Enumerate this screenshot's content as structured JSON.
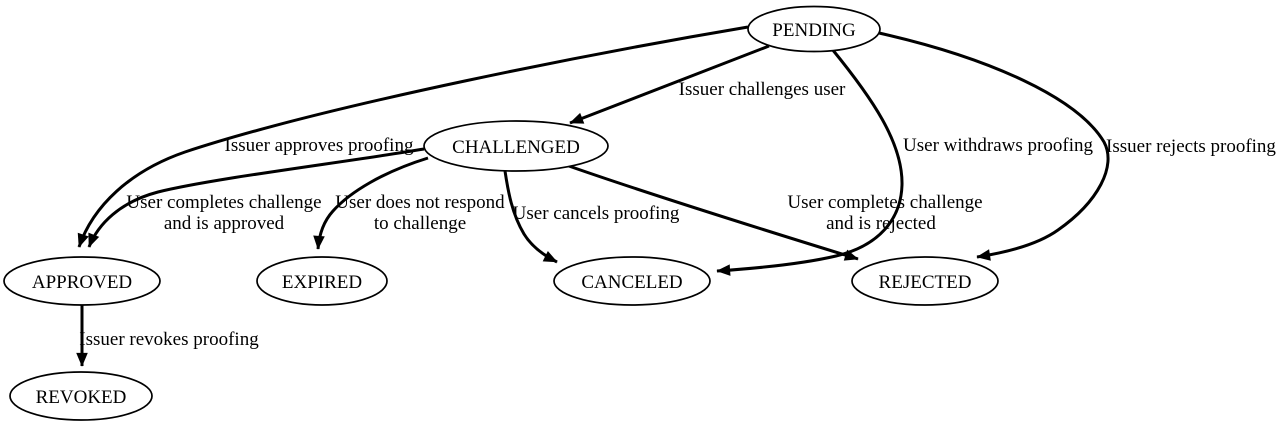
{
  "diagram": {
    "type": "state-diagram",
    "colors": {
      "background": "#ffffff",
      "stroke": "#000000",
      "text": "#000000"
    },
    "nodes": {
      "pending": {
        "label": "PENDING"
      },
      "challenged": {
        "label": "CHALLENGED"
      },
      "approved": {
        "label": "APPROVED"
      },
      "expired": {
        "label": "EXPIRED"
      },
      "canceled": {
        "label": "CANCELED"
      },
      "rejected": {
        "label": "REJECTED"
      },
      "revoked": {
        "label": "REVOKED"
      }
    },
    "edges": {
      "pending_challenged": {
        "from": "PENDING",
        "to": "CHALLENGED",
        "label": "Issuer challenges user"
      },
      "pending_approved": {
        "from": "PENDING",
        "to": "APPROVED",
        "label": "Issuer approves proofing"
      },
      "pending_canceled": {
        "from": "PENDING",
        "to": "CANCELED",
        "label": "User withdraws proofing"
      },
      "pending_rejected": {
        "from": "PENDING",
        "to": "REJECTED",
        "label": "Issuer rejects proofing"
      },
      "challenged_approved": {
        "from": "CHALLENGED",
        "to": "APPROVED",
        "label_lines": [
          "User completes challenge",
          "and is approved"
        ]
      },
      "challenged_expired": {
        "from": "CHALLENGED",
        "to": "EXPIRED",
        "label_lines": [
          "User does not respond",
          "to challenge"
        ]
      },
      "challenged_canceled": {
        "from": "CHALLENGED",
        "to": "CANCELED",
        "label": "User cancels proofing"
      },
      "challenged_rejected": {
        "from": "CHALLENGED",
        "to": "REJECTED",
        "label_lines": [
          "User completes challenge",
          "and is rejected"
        ]
      },
      "approved_revoked": {
        "from": "APPROVED",
        "to": "REVOKED",
        "label": "Issuer revokes proofing"
      }
    }
  }
}
